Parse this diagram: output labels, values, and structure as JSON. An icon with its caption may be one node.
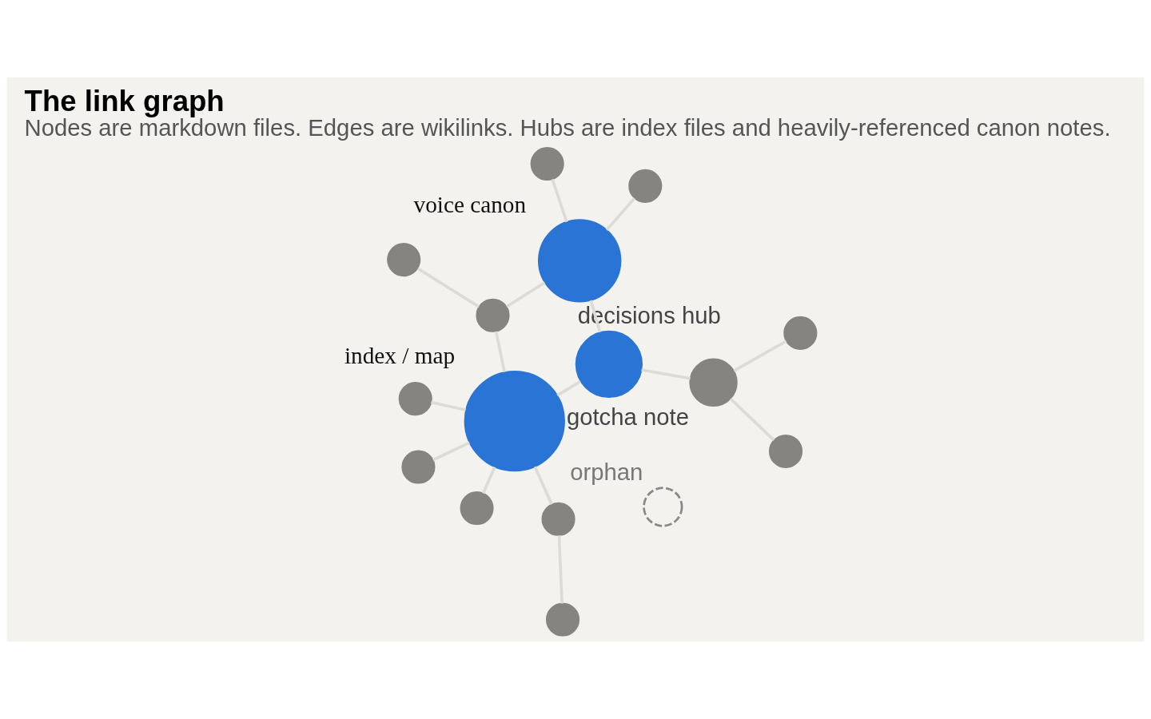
{
  "diagram": {
    "title": "The link graph",
    "caption": "Nodes are markdown files. Edges are wikilinks. Hubs are index files and heavily-referenced canon notes.",
    "nodes": [
      {
        "text": [
          "index / map"
        ]
      },
      {
        "text": [
          "voice canon"
        ]
      },
      {
        "text": [
          "decisions hub"
        ]
      },
      {
        "text": [
          "gotcha note"
        ]
      },
      {
        "text": [
          "orphan"
        ]
      },
      {
        "text": [],
        "shape": "circle"
      },
      {
        "text": [],
        "shape": "circle"
      },
      {
        "text": [],
        "shape": "circle"
      },
      {
        "text": [],
        "shape": "circle"
      },
      {
        "text": [],
        "shape": "circle"
      },
      {
        "text": [],
        "shape": "circle"
      },
      {
        "text": [],
        "shape": "circle"
      },
      {
        "text": [],
        "shape": "circle"
      },
      {
        "text": [],
        "shape": "circle"
      },
      {
        "text": [],
        "shape": "circle"
      },
      {
        "text": [],
        "shape": "circle"
      }
    ],
    "edges": [
      {
        "from": 8,
        "to": 6,
        "arrow": "none"
      },
      {
        "from": 6,
        "to": 0,
        "arrow": "none"
      },
      {
        "from": 0,
        "to": 5,
        "arrow": "none"
      },
      {
        "from": 0,
        "to": 7,
        "arrow": "none"
      },
      {
        "from": 0,
        "to": 9,
        "arrow": "none"
      },
      {
        "from": 0,
        "to": 10,
        "arrow": "none"
      },
      {
        "from": 0,
        "to": 2,
        "arrow": "none"
      },
      {
        "from": 10,
        "to": 12,
        "arrow": "none"
      },
      {
        "from": 10,
        "to": 1,
        "arrow": "none"
      },
      {
        "from": 1,
        "to": 14,
        "arrow": "none"
      },
      {
        "from": 1,
        "to": 15,
        "arrow": "none"
      },
      {
        "from": 1,
        "to": 2,
        "arrow": "none"
      },
      {
        "from": 2,
        "to": 3,
        "arrow": "none"
      },
      {
        "from": 3,
        "to": 11,
        "arrow": "none"
      },
      {
        "from": 3,
        "to": 13,
        "arrow": "none"
      }
    ]
  }
}
